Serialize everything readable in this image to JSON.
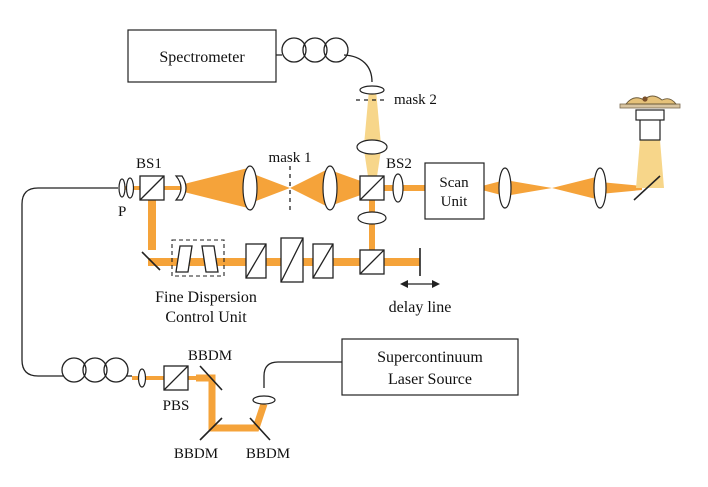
{
  "labels": {
    "spectrometer": "Spectrometer",
    "mask2": "mask 2",
    "mask1": "mask 1",
    "bs1": "BS1",
    "bs2": "BS2",
    "p": "P",
    "scan_unit_line1": "Scan",
    "scan_unit_line2": "Unit",
    "fine_dispersion_line1": "Fine Dispersion",
    "fine_dispersion_line2": "Control Unit",
    "delay_line": "delay line",
    "supercontinuum_line1": "Supercontinuum",
    "supercontinuum_line2": "Laser Source",
    "pbs": "PBS",
    "bbdm_top": "BBDM",
    "bbdm_bottom_left": "BBDM",
    "bbdm_bottom_right": "BBDM"
  },
  "colors": {
    "beam": "#f5a33a",
    "beam_light": "#f7d68a",
    "line": "#222222"
  }
}
